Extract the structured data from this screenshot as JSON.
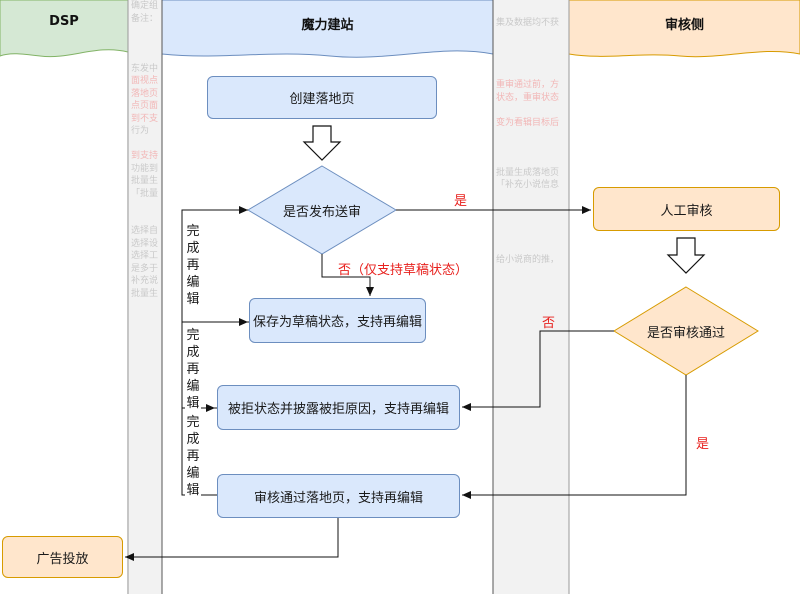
{
  "lanes": {
    "dsp": "DSP",
    "mofang": "魔力建站",
    "review": "审核侧"
  },
  "nodes": {
    "create": "创建落地页",
    "publish_decision": "是否发布送审",
    "save_draft": "保存为草稿状态，支持再编辑",
    "rejected": "被拒状态并披露被拒原因，支持再编辑",
    "approved": "审核通过落地页，支持再编辑",
    "ad_delivery": "广告投放",
    "manual_review": "人工审核",
    "review_decision": "是否审核通过"
  },
  "edge_labels": {
    "yes_publish": "是",
    "no_publish": "否（仅支持草稿状态）",
    "no_review": "否",
    "yes_review": "是"
  },
  "loop_labels": [
    "完成再编辑",
    "完成再编辑",
    "完成再编辑"
  ],
  "colors": {
    "process_fill": "#dae8fc",
    "process_stroke": "#6c8ebf",
    "review_fill": "#ffe6cc",
    "review_stroke": "#d79b00",
    "dsp_header": "#d5e8d4",
    "red_label": "#e8211e"
  },
  "background_text": {
    "col_left": [
      "确定组",
      "备注：",
      "",
      "",
      "",
      "东发中",
      "面视点",
      "落地页",
      "点页面",
      "到不支",
      "行为",
      "",
      "到支持",
      "功能到",
      "批量生",
      "「批量",
      "",
      "",
      "选择自",
      "选择设",
      "选择工",
      "是多于",
      "补充说",
      "批量生"
    ],
    "col_right": [
      "",
      "集及数据均不获",
      "",
      "",
      "",
      "",
      "重审通过前，方",
      "状态，重审状态",
      "",
      "变为看辑目标后",
      "",
      "",
      "",
      "批量生成落地页",
      "「补充小说信息",
      "",
      "",
      "",
      "",
      "",
      "给小说商的推，"
    ]
  }
}
